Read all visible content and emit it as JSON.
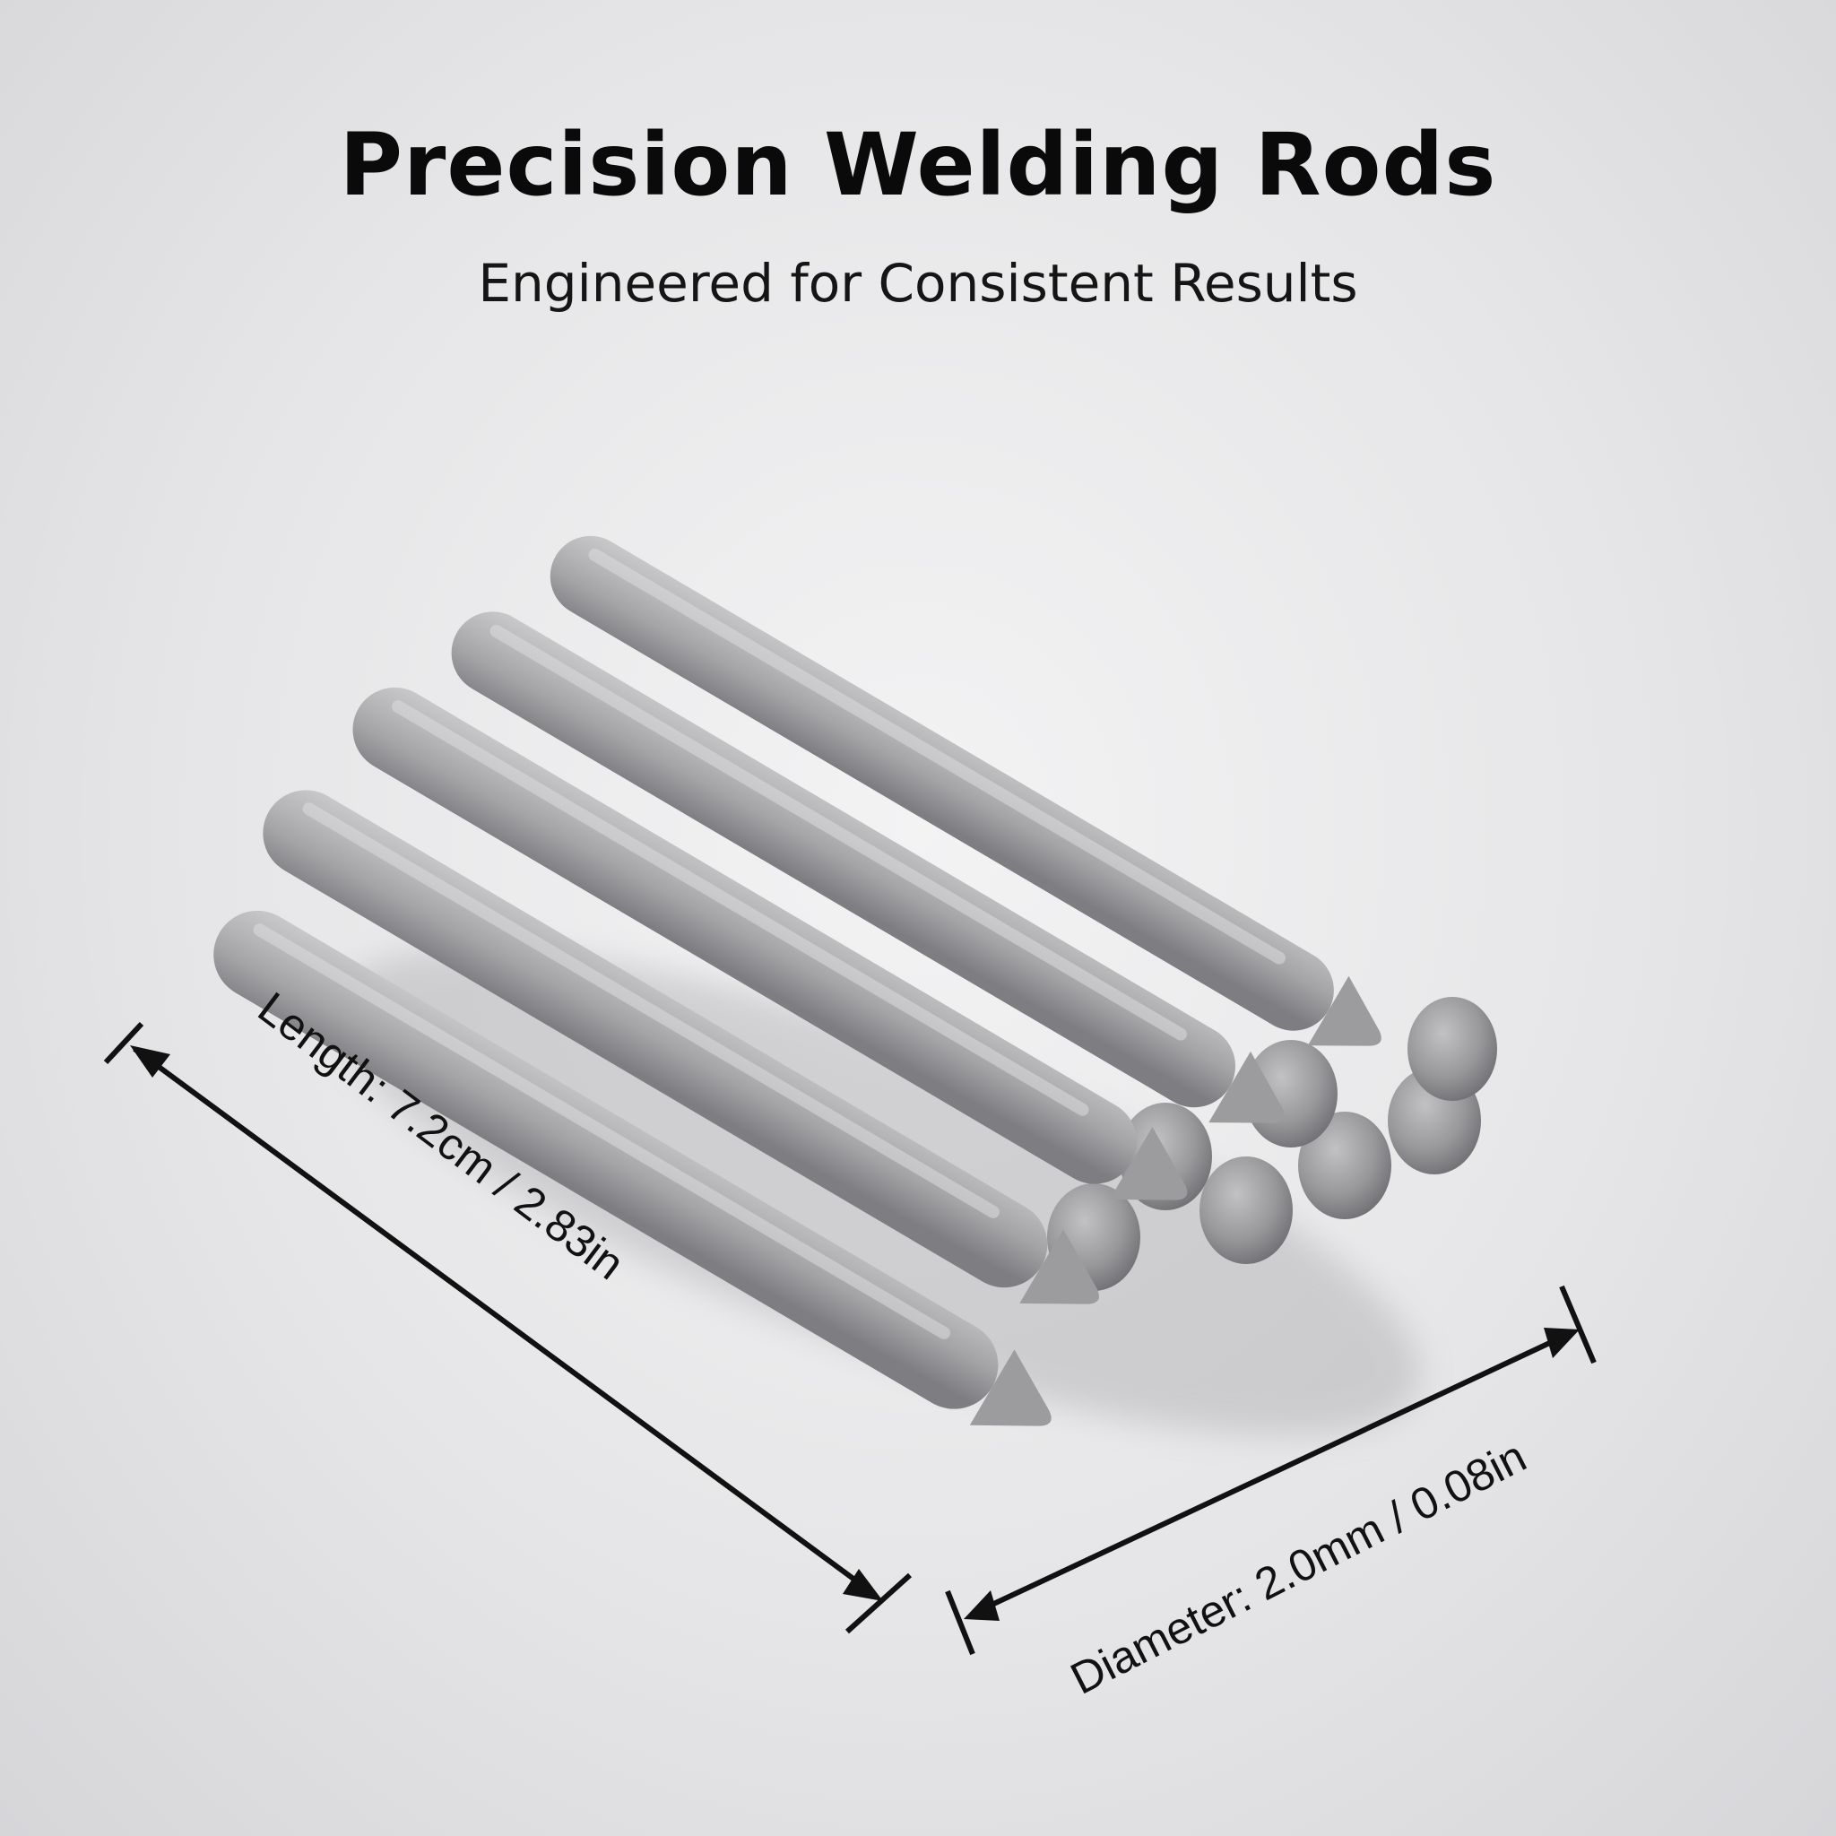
{
  "header": {
    "title": "Precision Welding Rods",
    "subtitle": "Engineered for Consistent Results"
  },
  "product": {
    "name": "welding rods",
    "rod_count_visible": 12,
    "colors": {
      "rod": "#a9a9ab",
      "rod_highlight": "#d8d8da",
      "rod_shadow": "#7c7c80",
      "background": "#e8e8ea",
      "annotation": "#111111"
    }
  },
  "dimensions": {
    "length_label": "Length: 7.2cm / 2.83in",
    "diameter_label": "Diameter: 2.0mm / 0.08in"
  }
}
